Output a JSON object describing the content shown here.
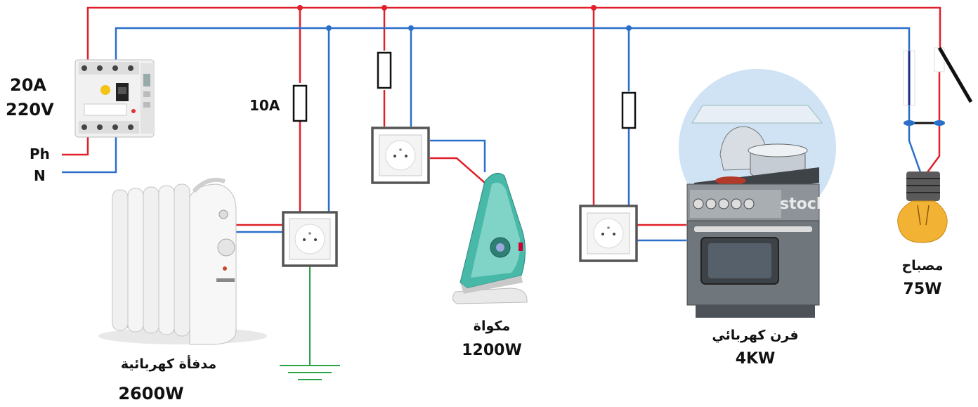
{
  "supply": {
    "current": "20A",
    "voltage": "220V",
    "phase_label": "Ph",
    "neutral_label": "N"
  },
  "fuse_label": "10A",
  "devices": {
    "heater": {
      "name": "مدفأة كهربائية",
      "power": "2600W"
    },
    "iron": {
      "name": "مكواة",
      "power": "1200W"
    },
    "oven": {
      "name": "فرن كهربائي",
      "power": "4KW"
    },
    "lamp": {
      "name": "مصباح",
      "power": "75W"
    }
  },
  "watermark": "stock",
  "colors": {
    "phase": "#e0202a",
    "neutral": "#2a6fc9",
    "earth": "#2aa34a",
    "socket_frame": "#555555",
    "lamp": "#f2b233"
  }
}
